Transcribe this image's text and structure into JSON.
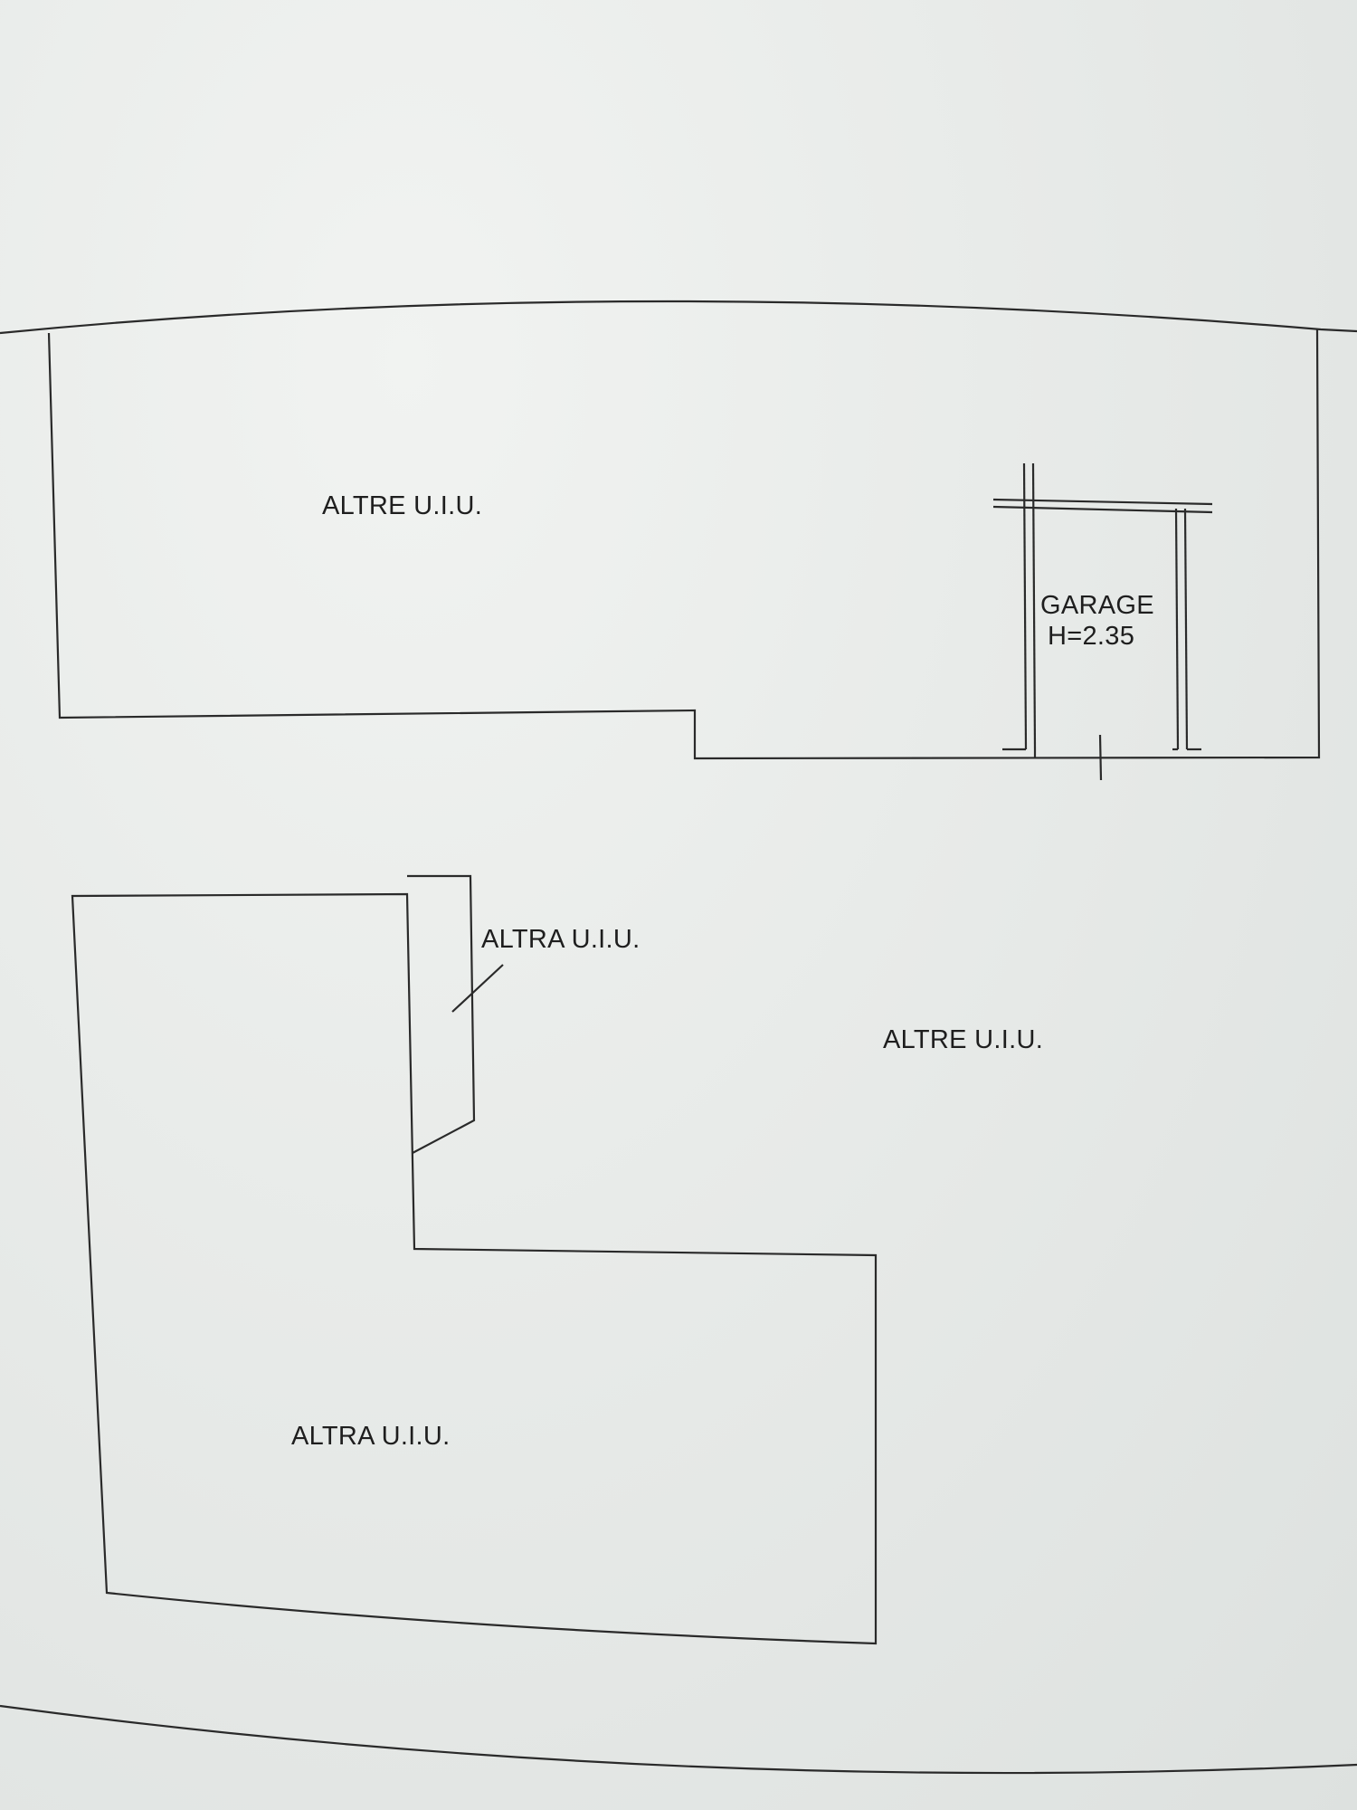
{
  "labels": {
    "upper_left": "ALTRE U.I.U.",
    "garage_name": "GARAGE",
    "garage_height": "H=2.35",
    "small_unit": "ALTRA U.I.U.",
    "right_area": "ALTRE U.I.U.",
    "lower_left": "ALTRA U.I.U."
  }
}
